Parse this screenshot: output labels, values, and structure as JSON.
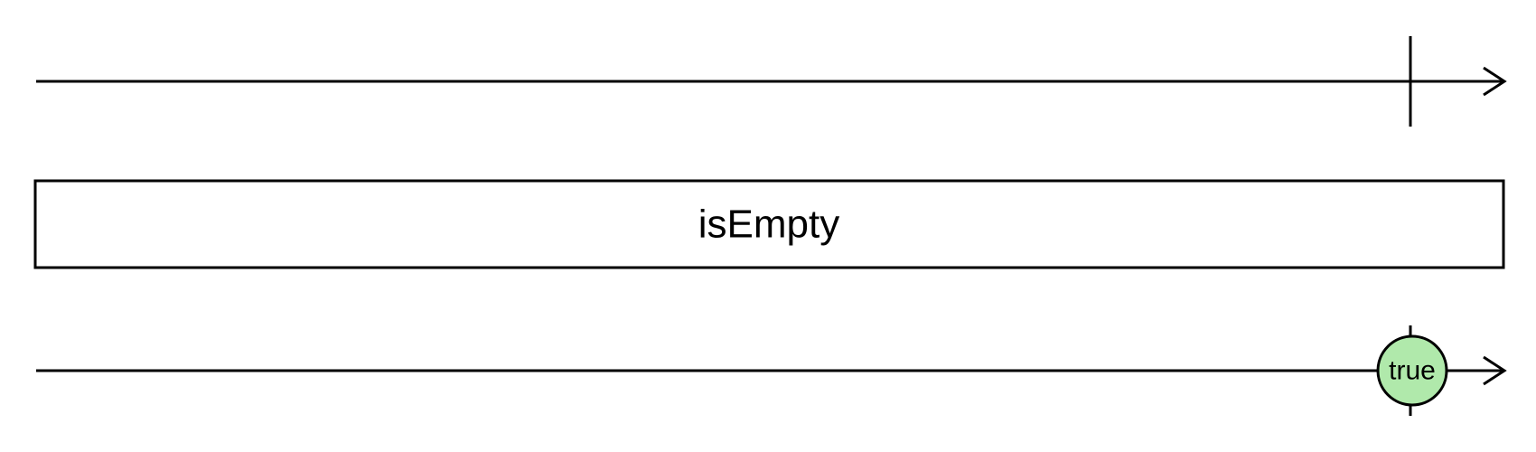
{
  "operator": {
    "label": "isEmpty"
  },
  "input_stream": {
    "events": [
      {
        "type": "complete"
      }
    ]
  },
  "output_stream": {
    "events": [
      {
        "type": "value",
        "label": "true",
        "color": "#b0e9ab"
      },
      {
        "type": "complete"
      }
    ]
  },
  "colors": {
    "stroke": "#000000",
    "background": "#ffffff",
    "marble_fill": "#b0e9ab"
  }
}
